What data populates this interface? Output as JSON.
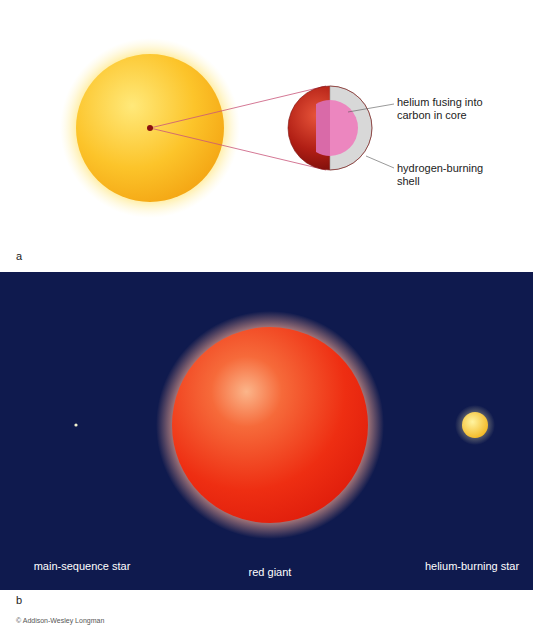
{
  "diagram": {
    "labels": [
      "helium fusing into carbon in core",
      "hydrogen-burning shell",
      "a",
      "main-sequence star",
      "red giant",
      "helium-burning star",
      "b",
      "© Addison-Wesley Longman"
    ]
  }
}
